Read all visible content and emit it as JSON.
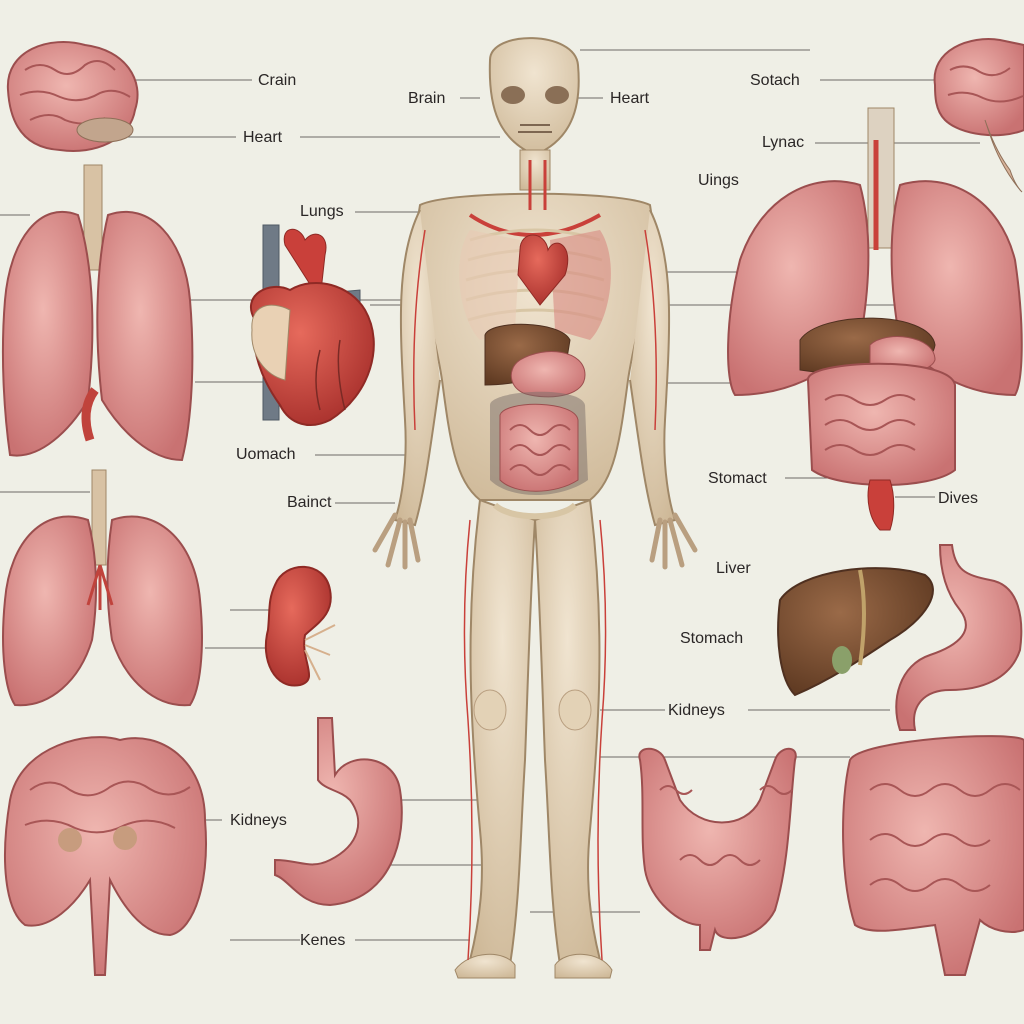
{
  "labels": {
    "crain": "Crain",
    "heart_left": "Heart",
    "brain_head": "Brain",
    "heart_head": "Heart",
    "sotach": "Sotach",
    "lynac": "Lynac",
    "uings": "Uings",
    "lungs": "Lungs",
    "uomach": "Uomach",
    "bainct": "Bainct",
    "stomact": "Stomact",
    "dives": "Dives",
    "liver": "Liver",
    "stomach": "Stomach",
    "kidneys_right": "Kidneys",
    "kidneys_left": "Kidneys",
    "kenes": "Kenes"
  },
  "colors": {
    "background": "#efefe6",
    "organ_pink": "#dc8c8c",
    "organ_dark": "#b35a5a",
    "heart_red": "#c9403a",
    "liver_brown": "#7a4f33",
    "skin": "#e6d7c0",
    "leader_line": "#6e6a66"
  }
}
